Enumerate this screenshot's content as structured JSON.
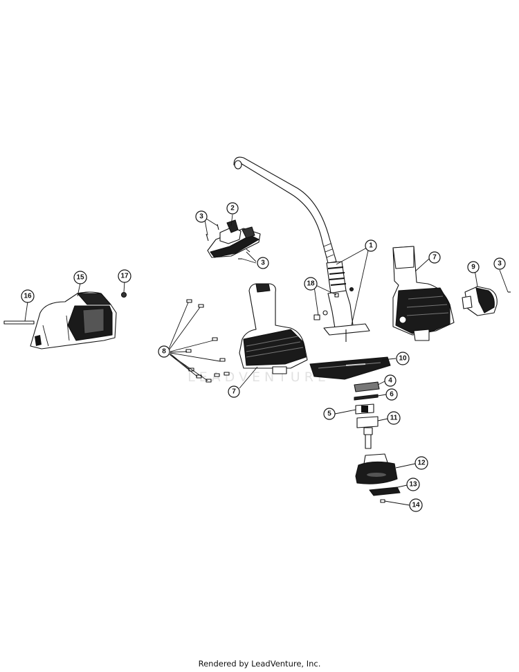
{
  "watermark": "LEADVENTURE",
  "callouts": [
    {
      "id": "c1",
      "label": "1"
    },
    {
      "id": "c2",
      "label": "2"
    },
    {
      "id": "c3a",
      "label": "3"
    },
    {
      "id": "c3b",
      "label": "3"
    },
    {
      "id": "c3c",
      "label": "3"
    },
    {
      "id": "c4",
      "label": "4"
    },
    {
      "id": "c5",
      "label": "5"
    },
    {
      "id": "c6",
      "label": "6"
    },
    {
      "id": "c7a",
      "label": "7"
    },
    {
      "id": "c7b",
      "label": "7"
    },
    {
      "id": "c8",
      "label": "8"
    },
    {
      "id": "c9",
      "label": "9"
    },
    {
      "id": "c10",
      "label": "10"
    },
    {
      "id": "c11",
      "label": "11"
    },
    {
      "id": "c12",
      "label": "12"
    },
    {
      "id": "c13",
      "label": "13"
    },
    {
      "id": "c14",
      "label": "14"
    },
    {
      "id": "c15",
      "label": "15"
    },
    {
      "id": "c16",
      "label": "16"
    },
    {
      "id": "c17",
      "label": "17"
    },
    {
      "id": "c18",
      "label": "18"
    }
  ],
  "footer": "Rendered by LeadVenture, Inc."
}
